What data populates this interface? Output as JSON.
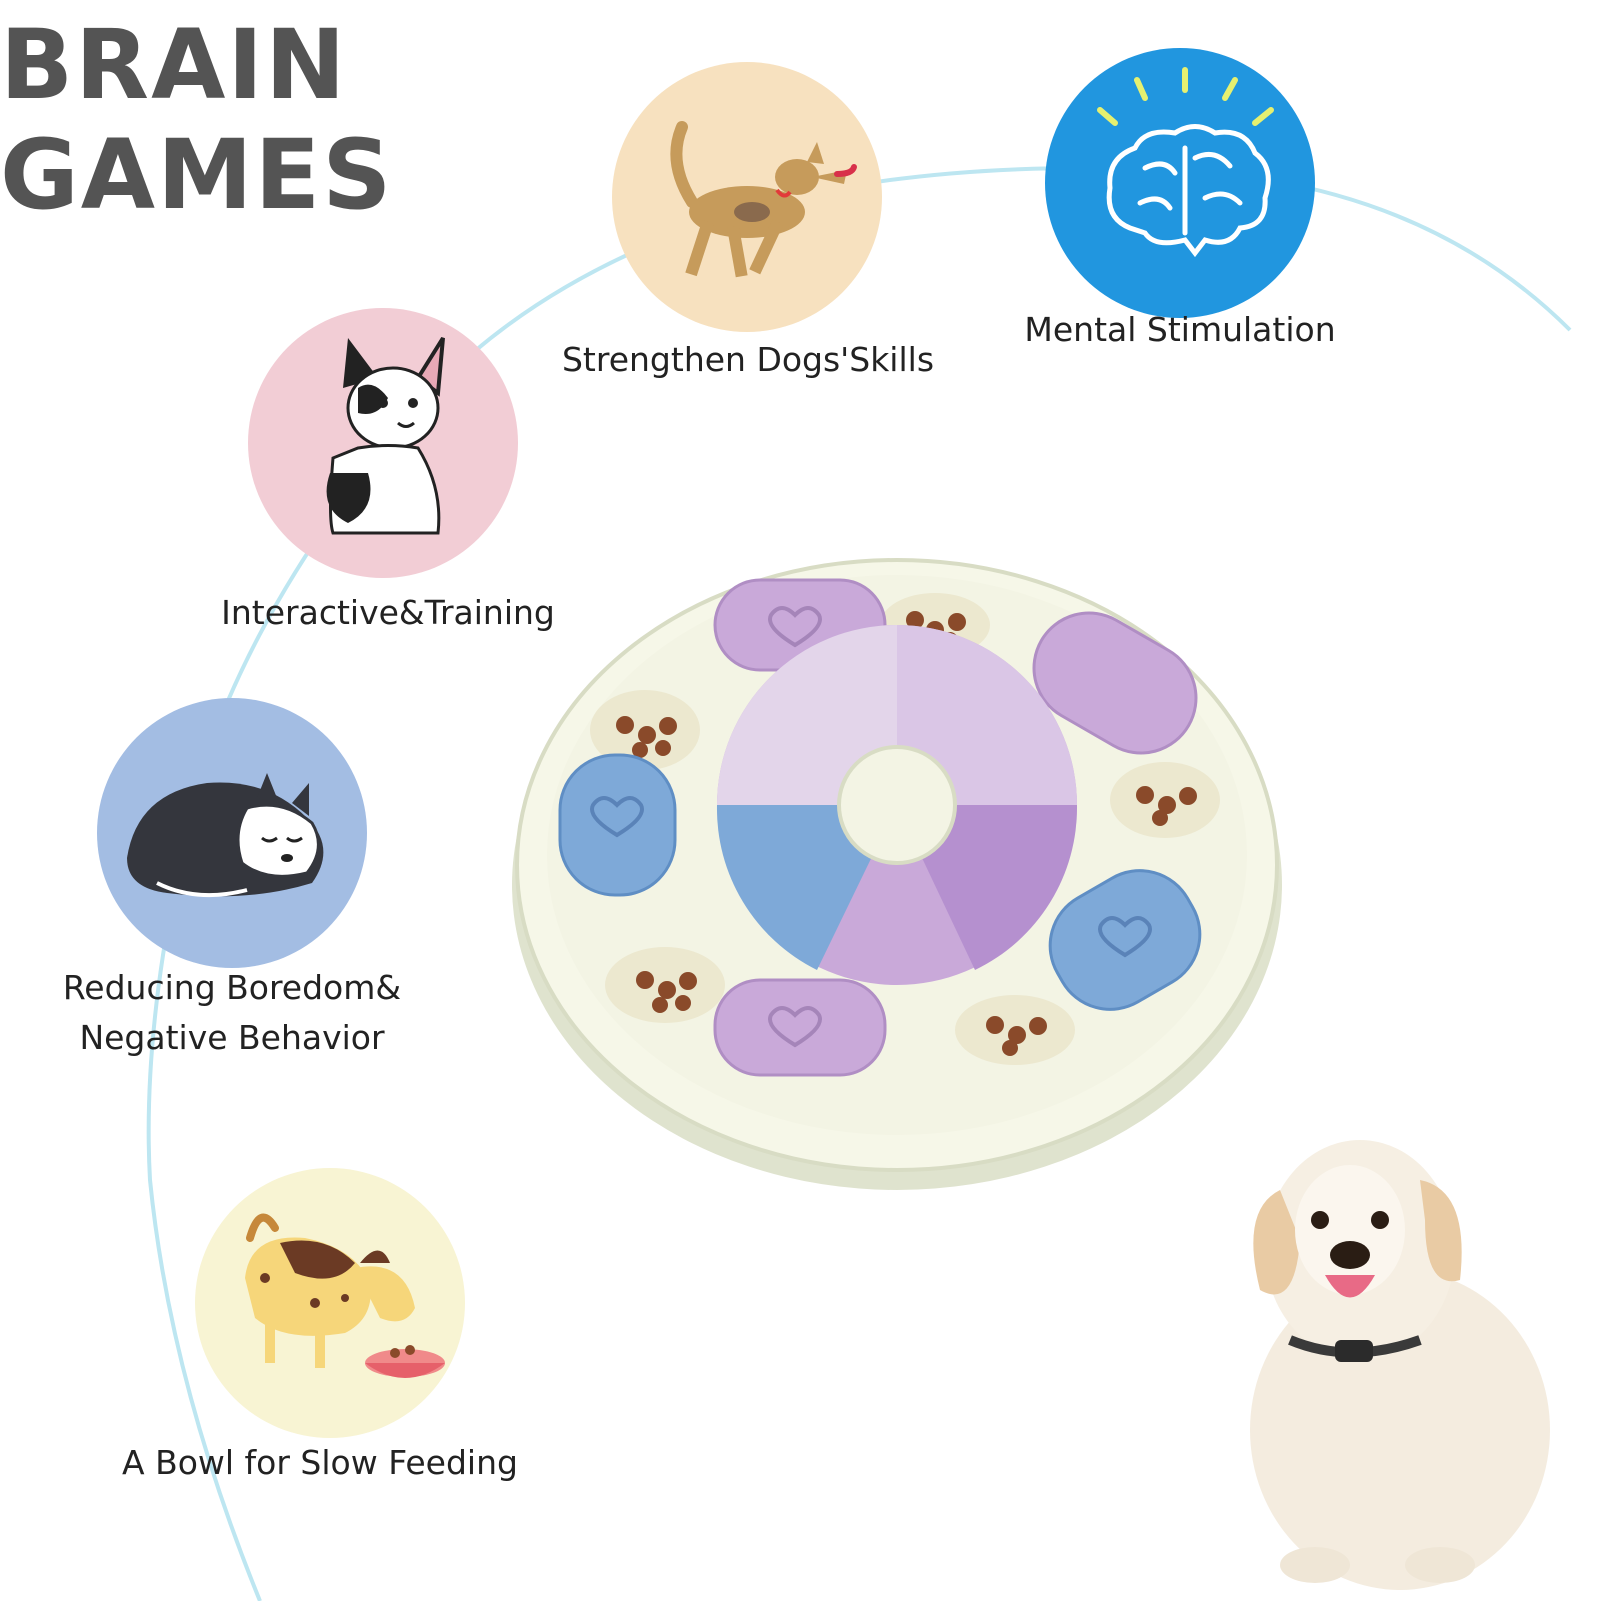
{
  "header": {
    "title_line1": "BRAIN",
    "title_line2": "GAMES"
  },
  "features": [
    {
      "label": "Strengthen Dogs'Skills",
      "icon": "dog-playing-icon",
      "color": "#f7e1bf"
    },
    {
      "label": "Mental Stimulation",
      "icon": "brain-icon",
      "color": "#2196df"
    },
    {
      "label": "Interactive&Training",
      "icon": "french-bulldog-icon",
      "color": "#f2cdd5"
    },
    {
      "label": "Reducing Boredom&",
      "label_line2": "Negative Behavior",
      "icon": "sleeping-dog-icon",
      "color": "#a3bde3"
    },
    {
      "label": "A Bowl for Slow Feeding",
      "icon": "dog-eating-icon",
      "color": "#f8f4d3"
    }
  ],
  "product": {
    "icon": "puzzle-feeder-icon"
  },
  "mascot": {
    "icon": "golden-puppy-icon"
  },
  "colors": {
    "accent_line": "#bde6f1",
    "title": "#545454"
  }
}
